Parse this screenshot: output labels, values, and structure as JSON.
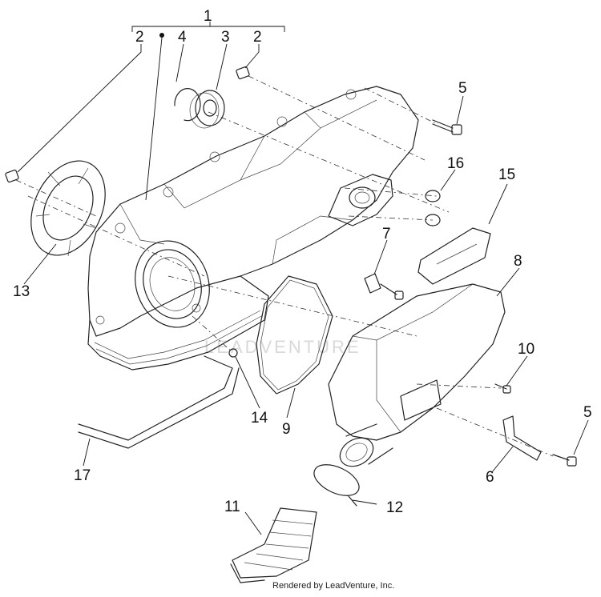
{
  "diagram": {
    "callouts": [
      "1",
      "2",
      "2",
      "3",
      "4",
      "5",
      "5",
      "6",
      "7",
      "8",
      "9",
      "10",
      "11",
      "12",
      "13",
      "14",
      "15",
      "16",
      "17"
    ],
    "watermark": "LEADVENTURE",
    "credit": "Rendered by LeadVenture, Inc."
  }
}
